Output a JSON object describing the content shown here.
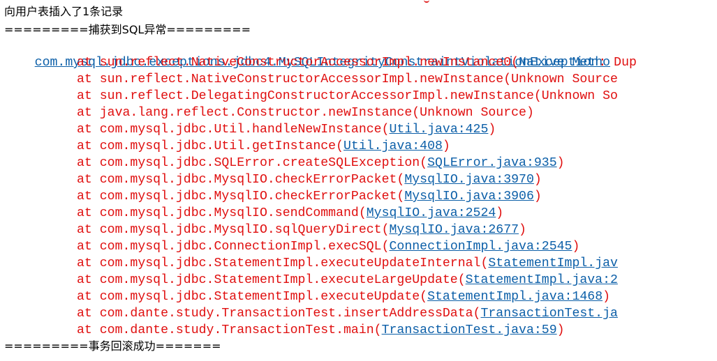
{
  "console": {
    "insert_message": "向用户表插入了1条记录",
    "caught_header": "=========捕获到SQL异常=========",
    "exception_class": "com.mysql.jdbc.exceptions.jdbc4.MySQLIntegrityConstraintViolationException",
    "exception_suffix": ": Dup",
    "rollback_message": "=========事务回滚成功=======",
    "stack_at": "at ",
    "frames": [
      {
        "method": "sun.reflect.NativeConstructorAccessorImpl.newInstance0",
        "source": "Native Metho",
        "linked": true
      },
      {
        "method": "sun.reflect.NativeConstructorAccessorImpl.newInstance",
        "source": "Unknown Source",
        "linked": false
      },
      {
        "method": "sun.reflect.DelegatingConstructorAccessorImpl.newInstance",
        "source": "Unknown So",
        "linked": false
      },
      {
        "method": "java.lang.reflect.Constructor.newInstance",
        "source": "Unknown Source",
        "linked": false,
        "close": ")"
      },
      {
        "method": "com.mysql.jdbc.Util.handleNewInstance",
        "source": "Util.java:425",
        "linked": true,
        "close": ")"
      },
      {
        "method": "com.mysql.jdbc.Util.getInstance",
        "source": "Util.java:408",
        "linked": true,
        "close": ")"
      },
      {
        "method": "com.mysql.jdbc.SQLError.createSQLException",
        "source": "SQLError.java:935",
        "linked": true,
        "close": ")"
      },
      {
        "method": "com.mysql.jdbc.MysqlIO.checkErrorPacket",
        "source": "MysqlIO.java:3970",
        "linked": true,
        "close": ")"
      },
      {
        "method": "com.mysql.jdbc.MysqlIO.checkErrorPacket",
        "source": "MysqlIO.java:3906",
        "linked": true,
        "close": ")"
      },
      {
        "method": "com.mysql.jdbc.MysqlIO.sendCommand",
        "source": "MysqlIO.java:2524",
        "linked": true,
        "close": ")"
      },
      {
        "method": "com.mysql.jdbc.MysqlIO.sqlQueryDirect",
        "source": "MysqlIO.java:2677",
        "linked": true,
        "close": ")"
      },
      {
        "method": "com.mysql.jdbc.ConnectionImpl.execSQL",
        "source": "ConnectionImpl.java:2545",
        "linked": true,
        "close": ")"
      },
      {
        "method": "com.mysql.jdbc.StatementImpl.executeUpdateInternal",
        "source": "StatementImpl.jav",
        "linked": true
      },
      {
        "method": "com.mysql.jdbc.StatementImpl.executeLargeUpdate",
        "source": "StatementImpl.java:2",
        "linked": true
      },
      {
        "method": "com.mysql.jdbc.StatementImpl.executeUpdate",
        "source": "StatementImpl.java:1468",
        "linked": true,
        "close": ")"
      },
      {
        "method": "com.dante.study.TransactionTest.insertAddressData",
        "source": "TransactionTest.ja",
        "linked": true
      },
      {
        "method": "com.dante.study.TransactionTest.main",
        "source": "TransactionTest.java:59",
        "linked": true,
        "close": ")"
      }
    ]
  },
  "colors": {
    "error_text": "#e00f0f",
    "link_text": "#0c5fa8",
    "plain_text": "#000000",
    "background": "#ffffff"
  }
}
